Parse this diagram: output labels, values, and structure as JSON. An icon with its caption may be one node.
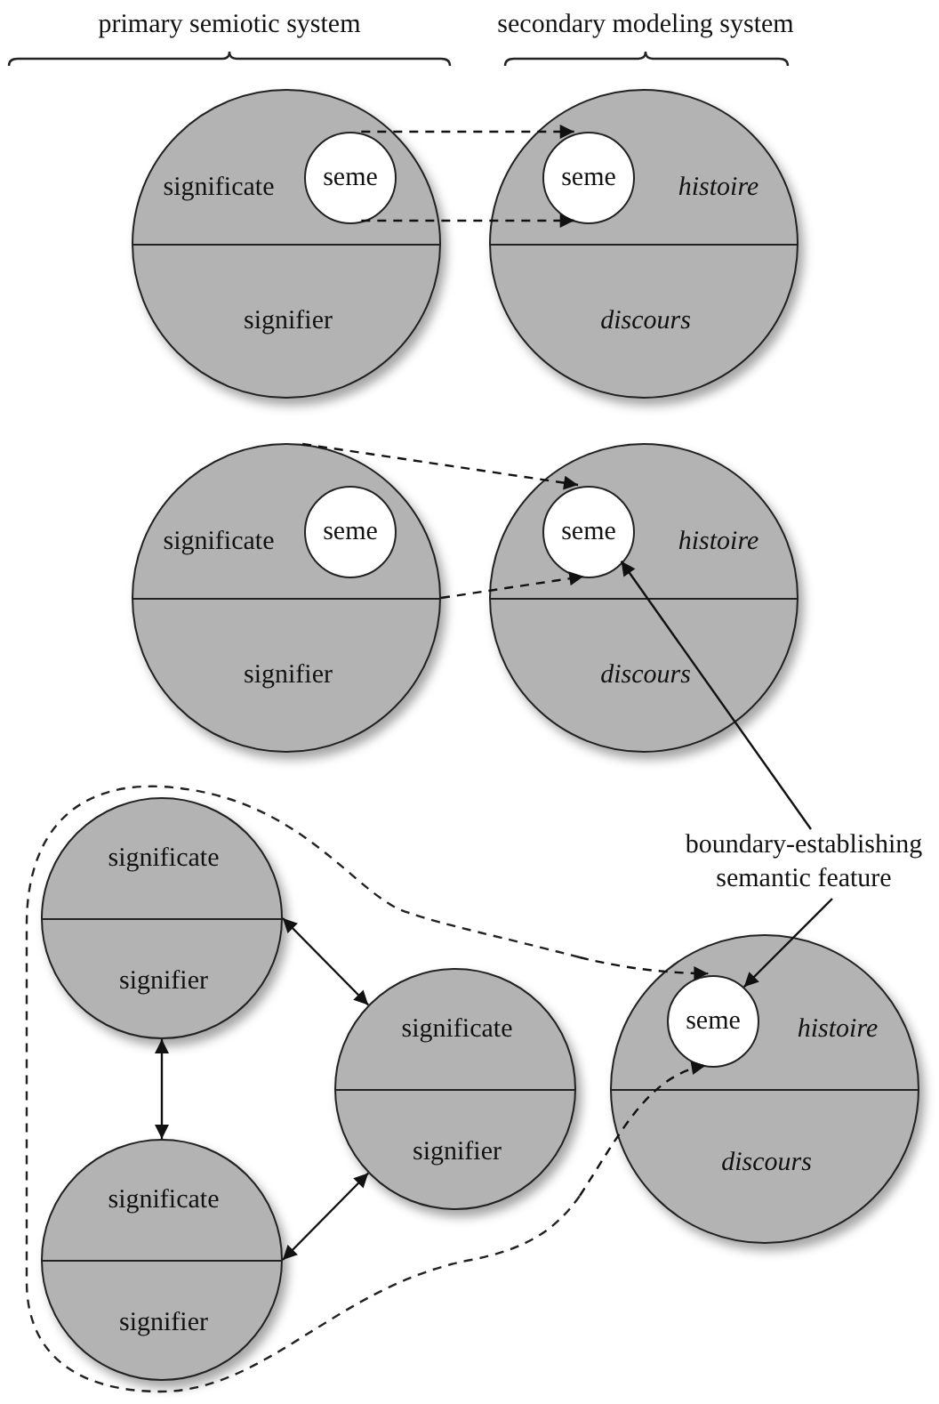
{
  "diagram": {
    "nodes": [
      {
        "text": [
          "significate",
          "signifier"
        ]
      },
      {
        "text": [
          "seme"
        ],
        "in": 0
      },
      {
        "text": [
          "histoire",
          "discours"
        ]
      },
      {
        "text": [
          "seme"
        ],
        "in": 2
      },
      {
        "text": [
          "significate",
          "signifier"
        ]
      },
      {
        "text": [
          "seme"
        ],
        "in": 4
      },
      {
        "text": [
          "histoire",
          "discours"
        ]
      },
      {
        "text": [
          "seme"
        ],
        "in": 6
      },
      {
        "text": [
          "boundary-establishing semantic feature"
        ]
      },
      {
        "text": [],
        "shape": "blob"
      },
      {
        "text": [
          "significate",
          "signifier"
        ],
        "in": 9
      },
      {
        "text": [
          "significate",
          "signifier"
        ],
        "in": 9
      },
      {
        "text": [
          "significate",
          "signifier"
        ],
        "in": 9
      },
      {
        "text": [
          "histoire",
          "discours"
        ]
      },
      {
        "text": [
          "seme"
        ],
        "in": 13
      }
    ],
    "edges": [
      {
        "from": 1,
        "to": 3,
        "arrow": "to",
        "style": "dashed"
      },
      {
        "from": 1,
        "to": 3,
        "arrow": "to",
        "style": "dashed"
      },
      {
        "from": 4,
        "to": 7,
        "arrow": "to",
        "style": "dashed"
      },
      {
        "from": 4,
        "to": 7,
        "arrow": "to",
        "style": "dashed"
      },
      {
        "from": 8,
        "to": 7,
        "arrow": "to"
      },
      {
        "from": 8,
        "to": 14,
        "arrow": "to"
      },
      {
        "from": 10,
        "to": 11,
        "arrow": "both"
      },
      {
        "from": 10,
        "to": 12,
        "arrow": "both"
      },
      {
        "from": 12,
        "to": 11,
        "arrow": "both"
      },
      {
        "from": 9,
        "to": 14,
        "arrow": "to",
        "style": "dashed"
      },
      {
        "from": 9,
        "to": 14,
        "arrow": "to",
        "style": "dashed"
      }
    ],
    "labels": [
      "primary semiotic system",
      "secondary modeling system"
    ]
  }
}
